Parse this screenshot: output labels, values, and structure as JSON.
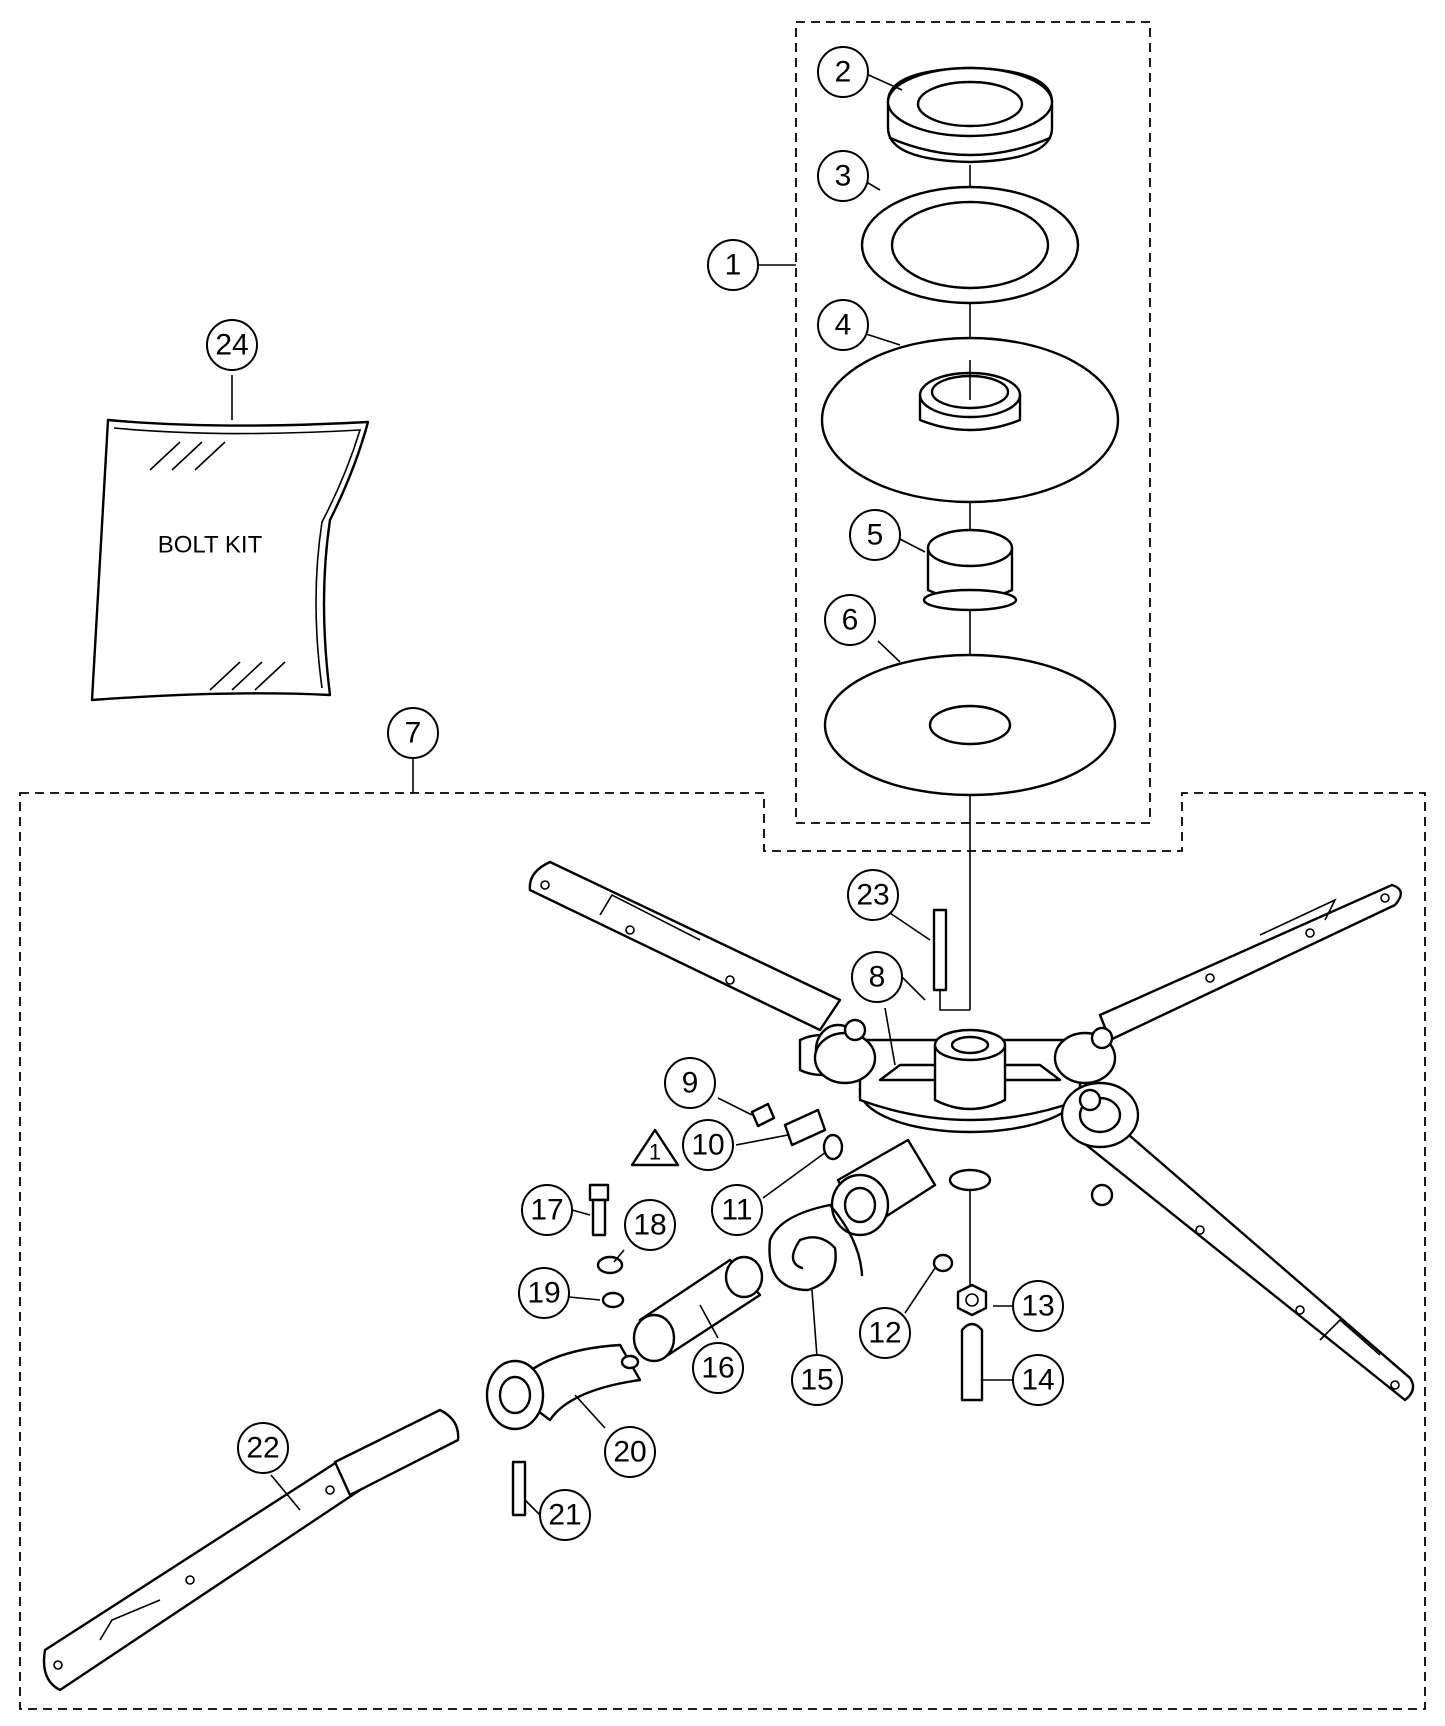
{
  "diagram": {
    "bag_label": "BOLT KIT",
    "warning_symbol_label": "1",
    "callouts": [
      "1",
      "2",
      "3",
      "4",
      "5",
      "6",
      "7",
      "8",
      "9",
      "10",
      "11",
      "12",
      "13",
      "14",
      "15",
      "16",
      "17",
      "18",
      "19",
      "20",
      "21",
      "22",
      "23",
      "24"
    ]
  }
}
